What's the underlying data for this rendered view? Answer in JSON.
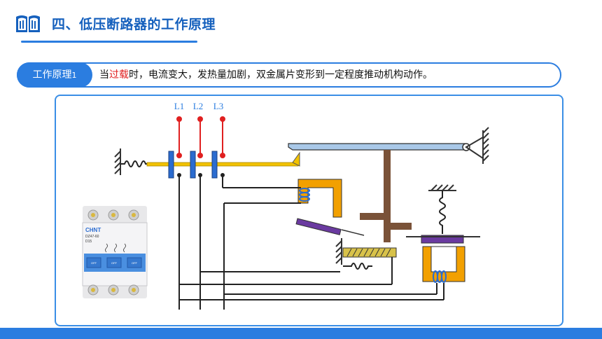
{
  "header": {
    "title": "四、低压断路器的工作原理",
    "icon": "open-book-icon",
    "accent_color": "#1560bd"
  },
  "principle": {
    "badge_label": "工作原理",
    "badge_number": "1",
    "text_before": "当",
    "text_highlight": "过载",
    "text_after": "时，电流变大，发热量加剧，双金属片变形到一定程度推动机构动作。",
    "highlight_color": "#e02020"
  },
  "diagram": {
    "phase_labels": [
      "L1",
      "L2",
      "L3"
    ],
    "breaker_photo": {
      "brand": "CHNT",
      "model": "DZ47-60",
      "rating": "D15",
      "switch_label": "OFF"
    }
  },
  "colors": {
    "accent": "#2b7de0",
    "bus_yellow": "#f2c200",
    "magnet_orange": "#f2a000",
    "armature_purple": "#6a3aa0",
    "lever_brown": "#7a5238",
    "phase_red": "#e02020"
  }
}
